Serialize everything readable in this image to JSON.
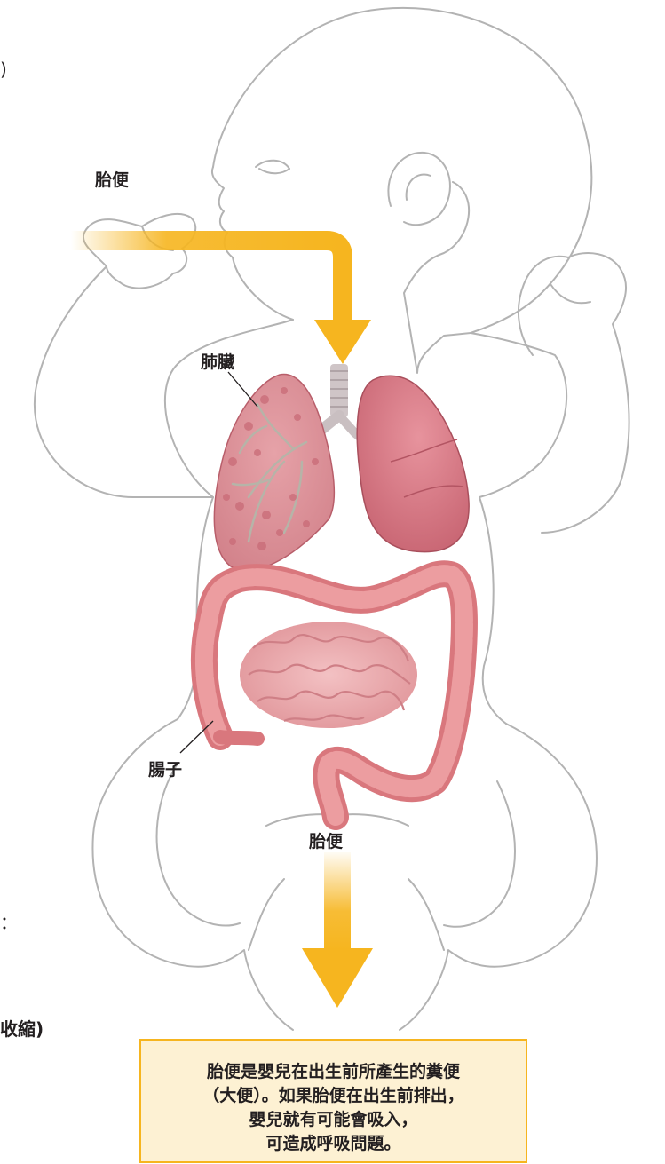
{
  "labels": {
    "meconium_top": "胎便",
    "lungs": "肺臟",
    "intestines": "腸子",
    "meconium_bottom": "胎便"
  },
  "clipped_text": {
    "top_left": ")",
    "middle_left": "：",
    "bottom_left": "收縮)"
  },
  "caption": {
    "lines": [
      "胎便是嬰兒在出生前所產生的糞便",
      "（大便）。如果胎便在出生前排出，",
      "嬰兒就有可能會吸入，",
      "可造成呼吸問題。"
    ]
  },
  "colors": {
    "arrow": "#f6b51f",
    "body_outline": "#b3b3b3",
    "lung": "#d47480",
    "intestine": "#e58c8f",
    "caption_fill": "#fdf1d3",
    "caption_border": "#f6b51f"
  }
}
